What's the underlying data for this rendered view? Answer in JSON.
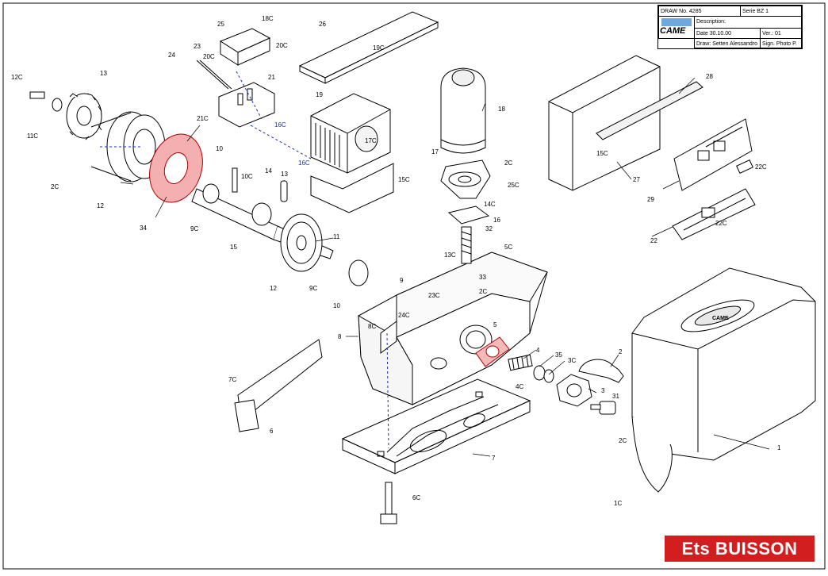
{
  "title_block": {
    "draw_no": "DRAW No. 4285",
    "serie": "Serie BZ 1",
    "description": "Description:",
    "date": "Date 30.10.00",
    "version": "Ver.: 01",
    "brand": "CAME",
    "drawn_by": "Draw: Setten Alessandro",
    "sign": "Sign. Photo P."
  },
  "dealer_badge": "Ets BUISSON",
  "colors": {
    "highlight": "#d40000",
    "hidden_line": "#1a2fb0",
    "badge": "#d21e1e"
  },
  "callouts": [
    "1",
    "1C",
    "2",
    "2C",
    "2C",
    "2C",
    "2C",
    "3",
    "3C",
    "4",
    "4C",
    "5",
    "5C",
    "6",
    "6C",
    "7",
    "7C",
    "8",
    "8C",
    "9",
    "9C",
    "9C",
    "10",
    "10",
    "10C",
    "11",
    "11C",
    "12",
    "12",
    "12C",
    "13",
    "13",
    "13C",
    "14",
    "14C",
    "15",
    "15C",
    "15C",
    "16",
    "16C",
    "16C",
    "17",
    "17C",
    "18",
    "18C",
    "19",
    "19C",
    "20C",
    "20C",
    "21",
    "21C",
    "22",
    "22C",
    "22C",
    "23",
    "23C",
    "24",
    "24C",
    "25",
    "25C",
    "26",
    "27",
    "28",
    "29",
    "31",
    "32",
    "33",
    "34",
    "35"
  ]
}
